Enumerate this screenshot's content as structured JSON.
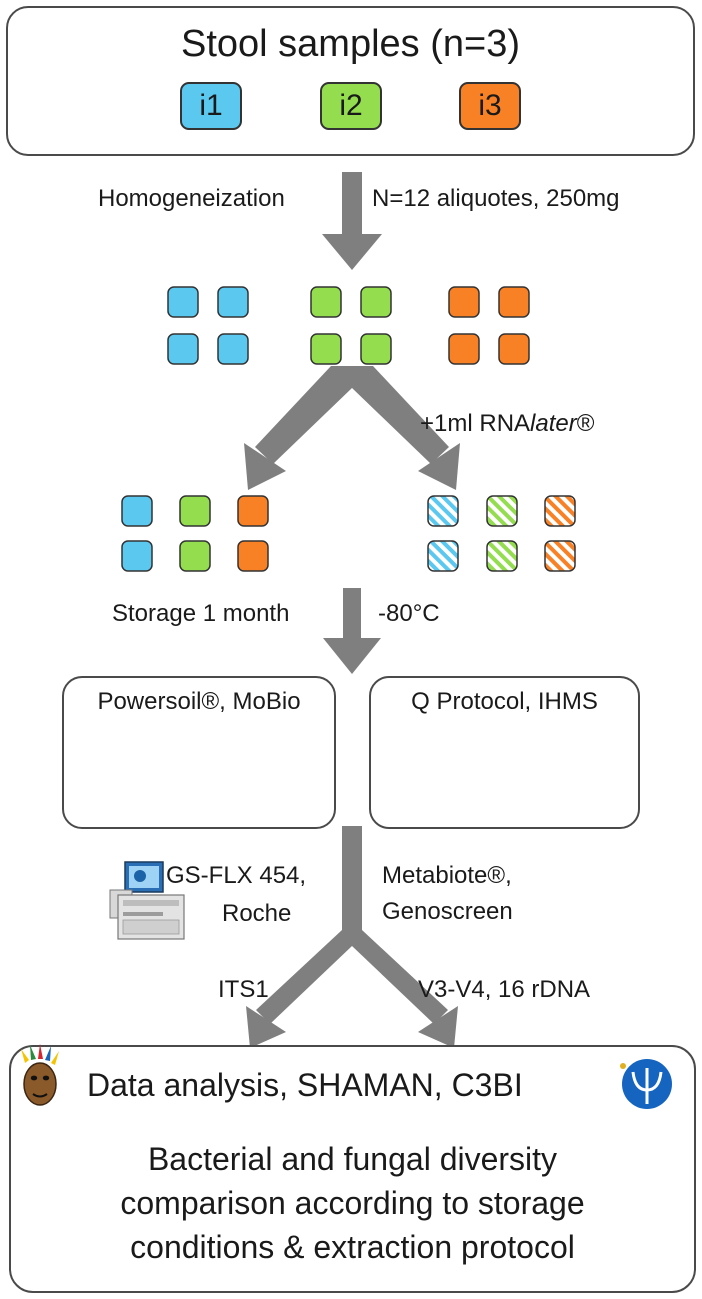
{
  "colors": {
    "i1": "#5bc8f0",
    "i2": "#93dd4e",
    "i3": "#f98125",
    "arrow": "#7f7f7f",
    "border": "#333333"
  },
  "header": {
    "title": "Stool samples (n=3)",
    "individuals": [
      "i1",
      "i2",
      "i3"
    ]
  },
  "step1": {
    "left_label": "Homogeneization",
    "right_label": "N=12 aliquotes, 250mg"
  },
  "split": {
    "label_prefix": "+1ml RNA",
    "label_italic": "later",
    "label_suffix": "®"
  },
  "storage": {
    "left_label": "Storage 1 month",
    "right_label": "-80°C"
  },
  "extraction": {
    "left_title": "Powersoil®, MoBio",
    "right_title": "Q Protocol, IHMS"
  },
  "sequencing": {
    "left_line1": "GS-FLX 454,",
    "left_line2": "Roche",
    "right_line1": "Metabiote®,",
    "right_line2": "Genoscreen",
    "left_target": "ITS1",
    "right_target": "V3-V4, 16 rDNA"
  },
  "analysis": {
    "title": "Data analysis, SHAMAN, C3BI",
    "line1": "Bacterial and fungal diversity",
    "line2": "comparison according to storage",
    "line3": "conditions & extraction protocol"
  },
  "icons": [
    "sequencer-icon",
    "shaman-mask-icon",
    "institut-pasteur-logo-icon"
  ]
}
